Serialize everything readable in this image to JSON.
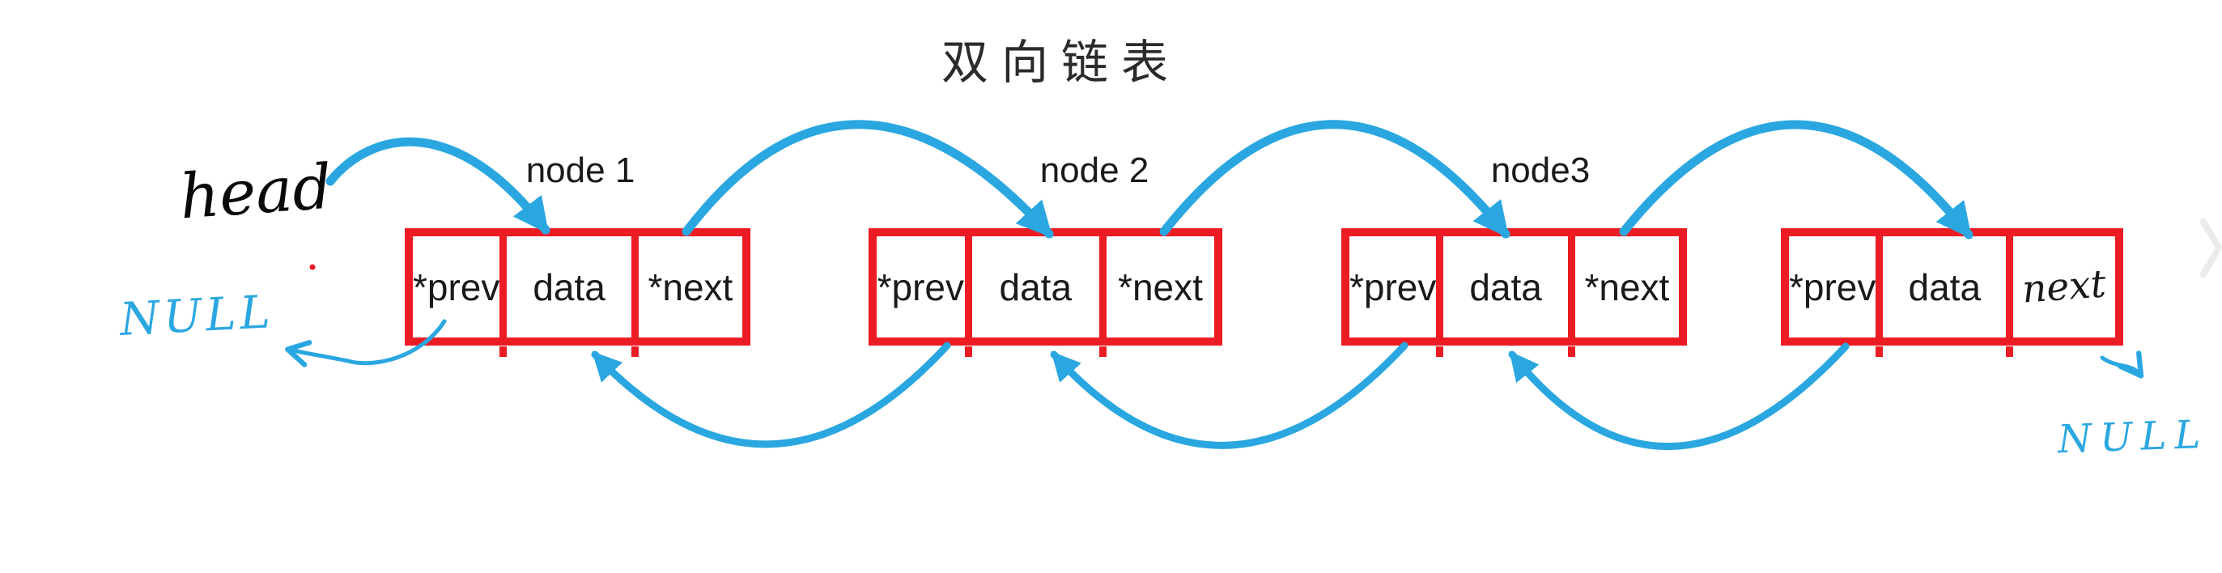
{
  "title": "双向链表",
  "head": {
    "label": "head"
  },
  "nulls": {
    "left": "NULL",
    "right": "NULL"
  },
  "nodes": [
    {
      "name": "node 1",
      "cells": {
        "prev": "*prev",
        "data": "data",
        "next": "*next"
      }
    },
    {
      "name": "node 2",
      "cells": {
        "prev": "*prev",
        "data": "data",
        "next": "*next"
      }
    },
    {
      "name": "node3",
      "cells": {
        "prev": "*prev",
        "data": "data",
        "next": "*next"
      }
    },
    {
      "cells": {
        "prev": "*prev",
        "data": "data",
        "next": "next"
      }
    }
  ],
  "colors": {
    "red": "#ec1c24",
    "blue": "#2aa7e0",
    "ink": "#111111",
    "title": "#2b2b2b",
    "chevron": "#ebebeb"
  },
  "icons": {
    "next_image_chevron": "›"
  }
}
